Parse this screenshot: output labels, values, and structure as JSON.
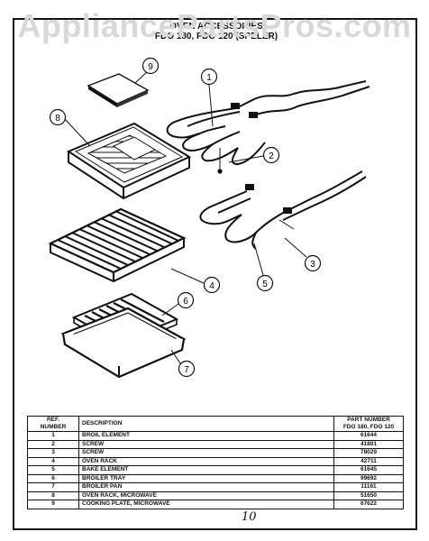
{
  "watermark": "AppliancePartsPros.com",
  "title": {
    "line1": "OVEN ACCESSORIES",
    "line2": "FDO 180, FDO 120 (SPELER)"
  },
  "callouts": [
    "1",
    "2",
    "3",
    "4",
    "5",
    "6",
    "7",
    "8",
    "9"
  ],
  "table": {
    "headers": {
      "ref_line1": "REF.",
      "ref_line2": "NUMBER",
      "description": "DESCRIPTION",
      "part_number": "PART NUMBER",
      "models": "FDO 180, FDO 120"
    },
    "rows": [
      {
        "ref": "1",
        "description": "BROIL ELEMENT",
        "part": "61644"
      },
      {
        "ref": "2",
        "description": "SCREW",
        "part": "41801"
      },
      {
        "ref": "3",
        "description": "SCREW",
        "part": "78029"
      },
      {
        "ref": "4",
        "description": "OVEN RACK",
        "part": "42711"
      },
      {
        "ref": "5",
        "description": "BAKE ELEMENT",
        "part": "61645"
      },
      {
        "ref": "6",
        "description": "BROILER TRAY",
        "part": "99692"
      },
      {
        "ref": "7",
        "description": "BROILER PAN",
        "part": "11161"
      },
      {
        "ref": "8",
        "description": "OVEN RACK, MICROWAVE",
        "part": "51650"
      },
      {
        "ref": "9",
        "description": "COOKING PLATE, MICROWAVE",
        "part": "67622"
      }
    ]
  },
  "page_number": "10"
}
